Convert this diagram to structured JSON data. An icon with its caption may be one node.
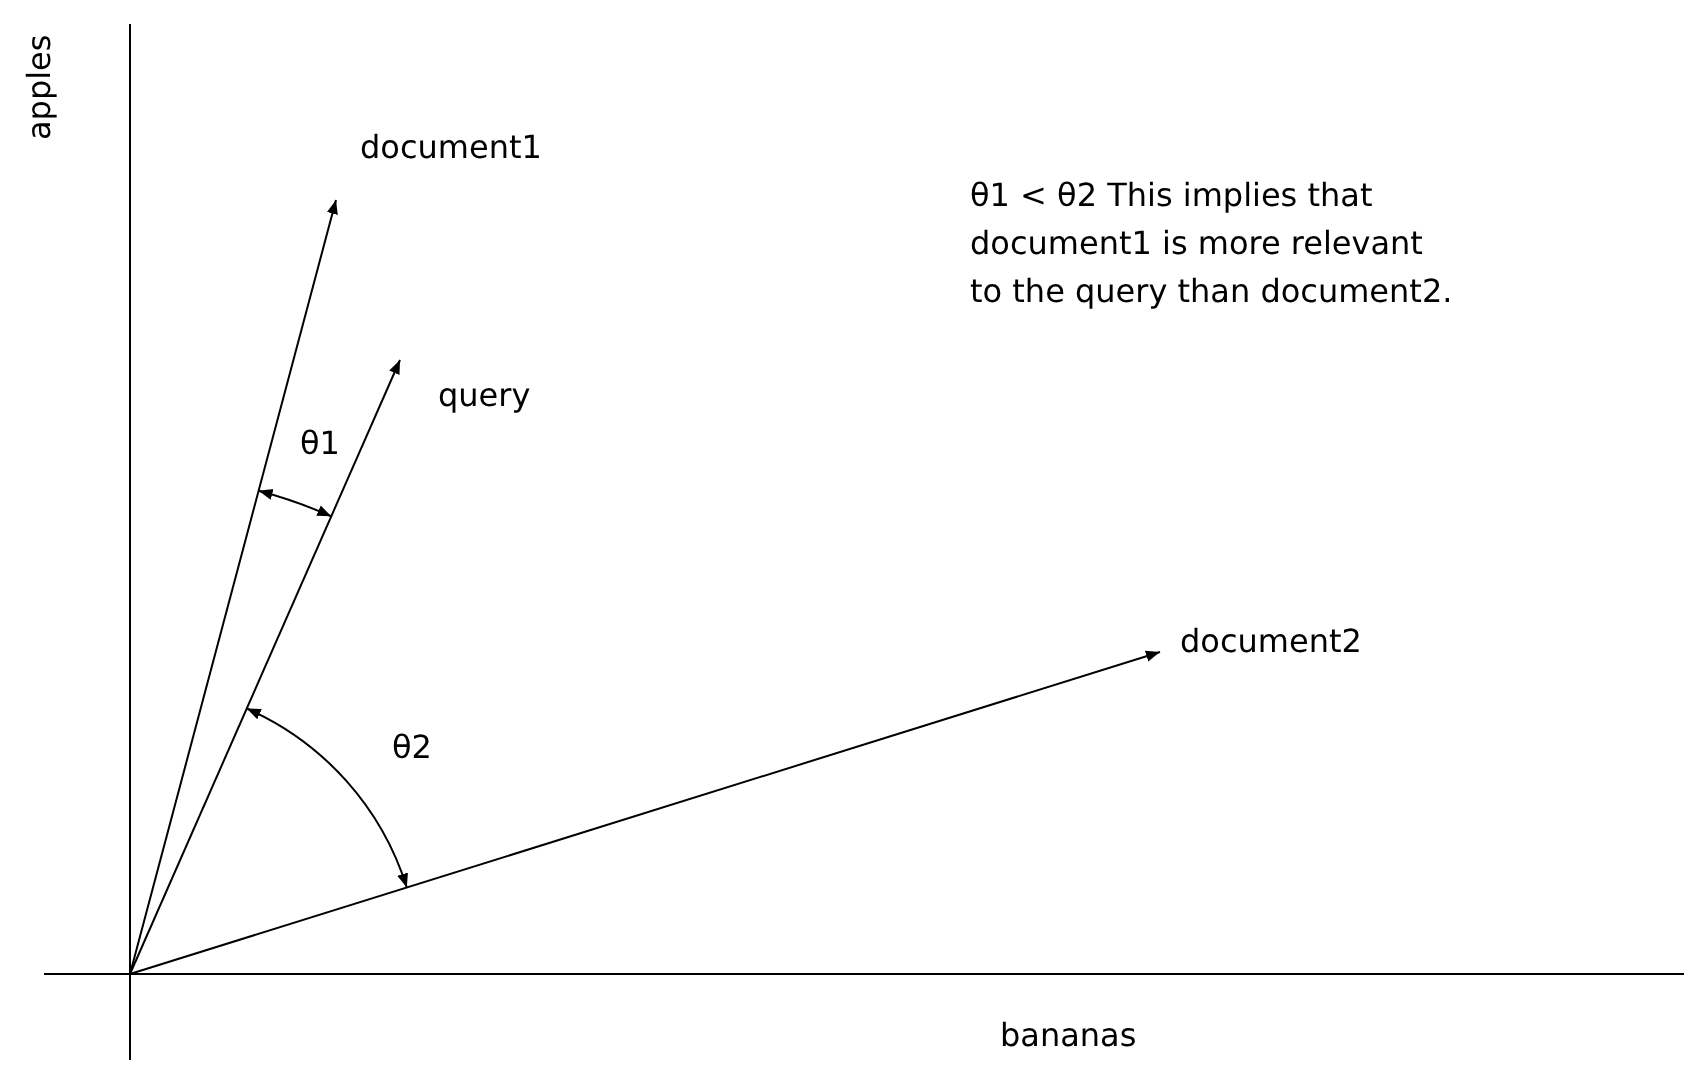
{
  "diagram": {
    "nodes": [
      {
        "text": [
          "document1"
        ]
      },
      {
        "text": [
          "query"
        ]
      },
      {
        "text": [
          "document2"
        ]
      }
    ],
    "edges": [
      {
        "from": null,
        "to": 0,
        "arrow": "to"
      },
      {
        "from": null,
        "to": 1,
        "arrow": "to"
      },
      {
        "from": null,
        "to": 2,
        "arrow": "to"
      }
    ],
    "labels": [
      "apples",
      "θ1 < θ2 This implies that document1 is more relevant to the query than document2.",
      "θ1",
      "θ2",
      "bananas"
    ]
  }
}
